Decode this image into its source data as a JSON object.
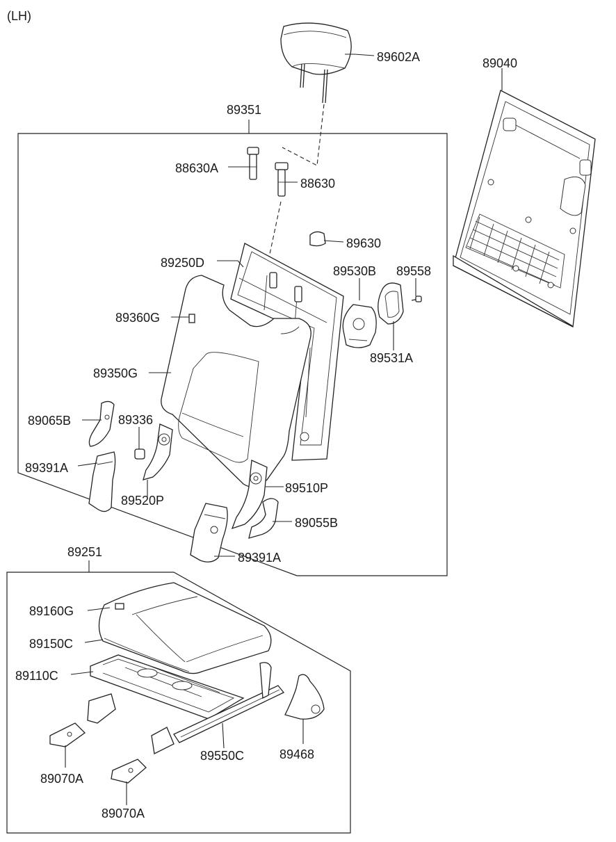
{
  "header": {
    "side_label": "(LH)"
  },
  "groups": {
    "backrest_assembly": "89351",
    "cushion_assembly": "89251"
  },
  "parts": {
    "headrest": "89602A",
    "back_board": "89040",
    "guide_lock": "88630A",
    "guide": "88630",
    "headrest_button": "89630",
    "back_frame": "89250D",
    "recliner_lever": "89530B",
    "screw": "89558",
    "recliner_cover": "89531A",
    "back_cover": "89360G",
    "back_pad": "89350G",
    "hinge_cover_inner": "89065B",
    "clip": "89336",
    "side_cover_left": "89391A",
    "recliner_left": "89520P",
    "recliner_right": "89510P",
    "hinge_cover_outer": "89055B",
    "side_cover_right": "89391A",
    "cushion_cover": "89160G",
    "cushion_pad": "89150C",
    "cushion_frame": "89110C",
    "leg_front": "89070A",
    "track": "89550C",
    "side_shield": "89468",
    "leg_rear": "89070A"
  }
}
